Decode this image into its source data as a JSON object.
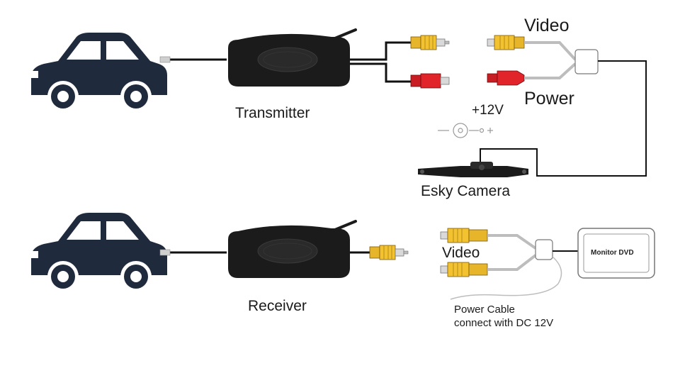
{
  "labels": {
    "video_top": "Video",
    "power": "Power",
    "plus12v": "+12V",
    "transmitter": "Transmitter",
    "esky_camera": "Esky Camera",
    "video_bottom": "Video",
    "monitor": "Monitor DVD",
    "receiver": "Receiver",
    "power_cable_line1": "Power Cable",
    "power_cable_line2": "connect with DC 12V"
  },
  "colors": {
    "car": "#1f2a3c",
    "module": "#1b1b1b",
    "rca_yellow": "#f2c230",
    "rca_red": "#e0242a",
    "wire": "#111111",
    "grey_wire": "#bdbdbd"
  }
}
